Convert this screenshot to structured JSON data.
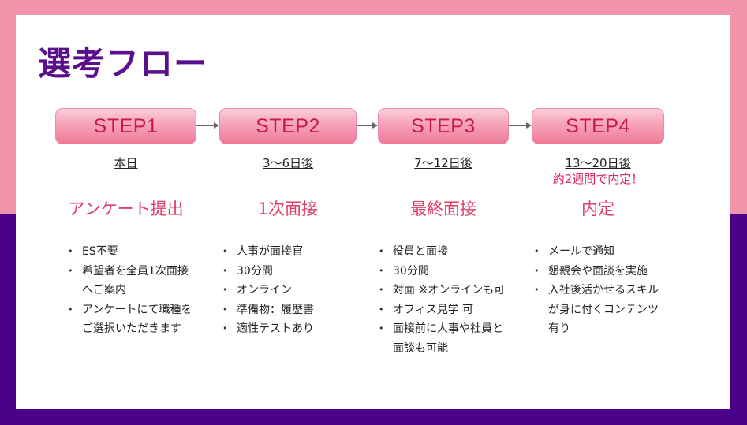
{
  "title": "選考フロー",
  "steps": [
    {
      "label": "STEP1",
      "timing": "本日",
      "note": "",
      "stage": "アンケート提出",
      "bullets": [
        "ES不要",
        "希望者を全員1次面接へご案内",
        "アンケートにて職種をご選択いただきます"
      ]
    },
    {
      "label": "STEP2",
      "timing": "3〜6日後",
      "note": "",
      "stage": "1次面接",
      "bullets": [
        "人事が面接官",
        "30分間",
        "オンライン",
        "準備物：履歴書",
        "適性テストあり"
      ]
    },
    {
      "label": "STEP3",
      "timing": "7〜12日後",
      "note": "",
      "stage": "最終面接",
      "bullets": [
        "役員と面接",
        "30分間",
        "対面 ※オンラインも可",
        "オフィス見学 可",
        "面接前に人事や社員と面談も可能"
      ]
    },
    {
      "label": "STEP4",
      "timing": "13〜20日後",
      "note": "約2週間で内定！",
      "stage": "内定",
      "bullets": [
        "メールで通知",
        "懇親会や面談を実施",
        "入社後活かせるスキルが身に付くコンテンツ有り"
      ]
    }
  ],
  "colors": {
    "top_background": "#f293ac",
    "bottom_background": "#4b0089",
    "title": "#5a0f8c",
    "accent": "#e23c6b"
  }
}
